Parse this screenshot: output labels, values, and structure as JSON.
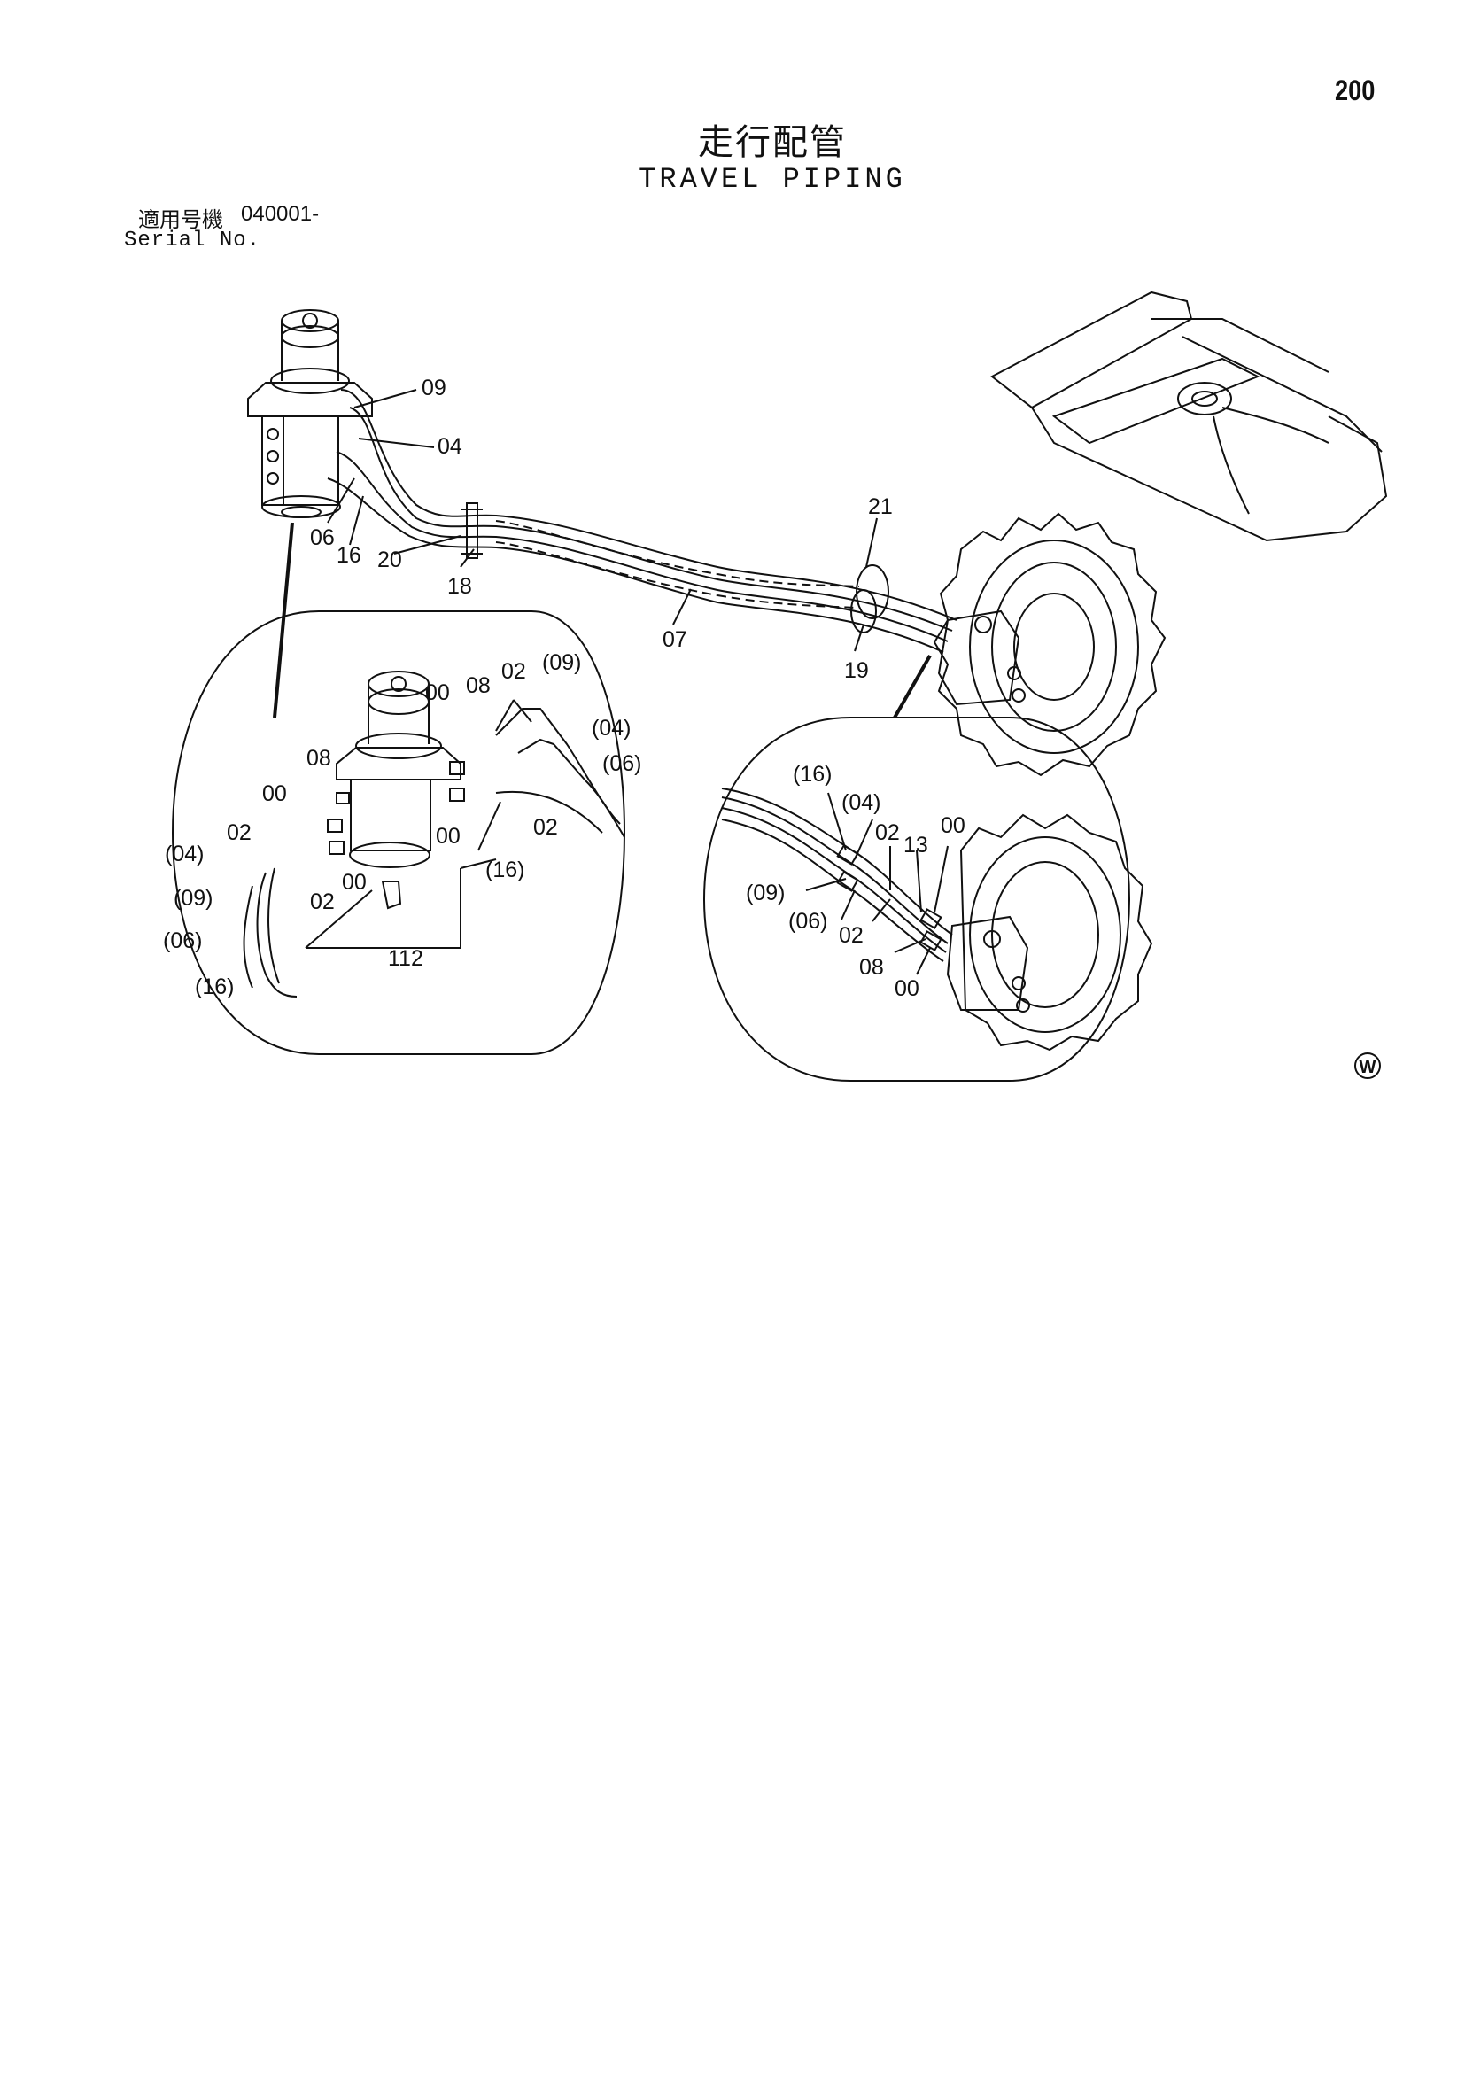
{
  "page": {
    "number": "200",
    "title_jp": "走行配管",
    "title_en": "TRAVEL PIPING",
    "serial_label_jp": "適用号機",
    "serial_value": "040001-",
    "serial_label_en": "Serial No.",
    "mark": "W"
  },
  "main_labels": [
    "09",
    "04",
    "06",
    "16",
    "20",
    "18",
    "07",
    "21",
    "19"
  ],
  "left_detail_labels": [
    "00",
    "08",
    "02",
    "(09)",
    "(04)",
    "(06)",
    "08",
    "00",
    "02",
    "00",
    "02",
    "(16)",
    "(04)",
    "(09)",
    "(06)",
    "(16)",
    "02",
    "00",
    "112"
  ],
  "right_detail_labels": [
    "(16)",
    "(04)",
    "02",
    "13",
    "00",
    "(09)",
    "(06)",
    "02",
    "08",
    "00"
  ]
}
